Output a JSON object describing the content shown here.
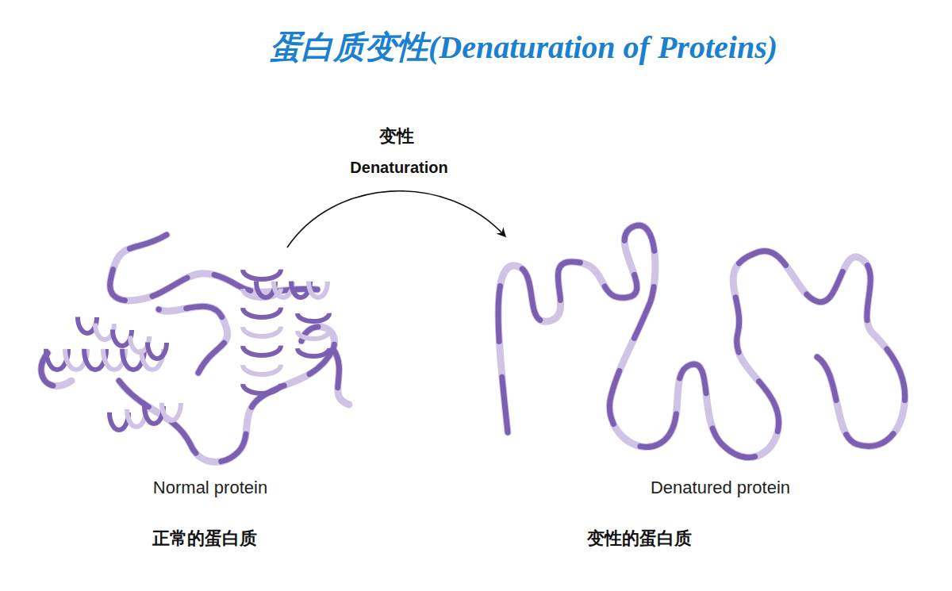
{
  "diagram": {
    "title": "蛋白质变性(Denaturation of Proteins)",
    "labels": [
      "变性",
      "Denaturation",
      "Normal protein",
      "Denatured protein",
      "正常的蛋白质",
      "变性的蛋白质"
    ]
  }
}
